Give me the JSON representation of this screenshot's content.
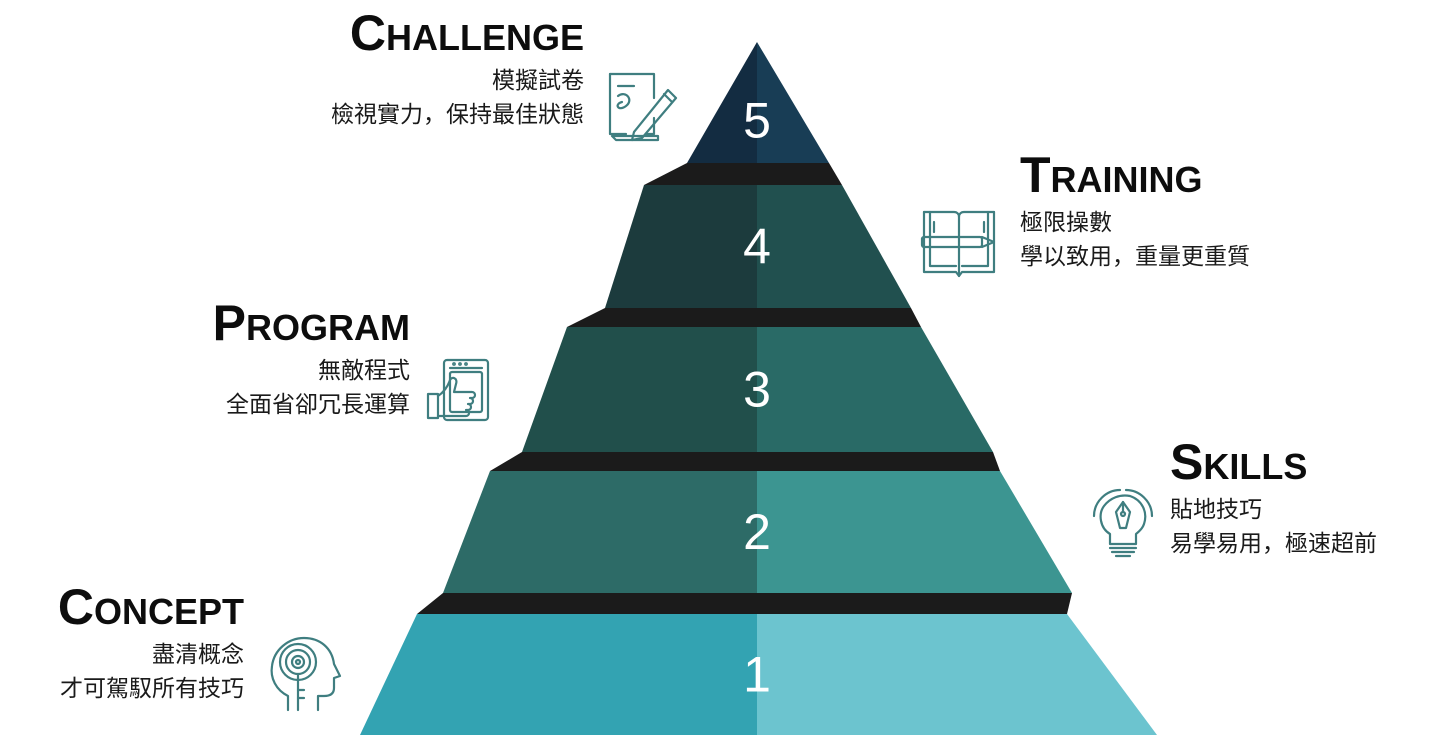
{
  "levels": [
    {
      "number": "1",
      "left_color": "#33a3b2",
      "right_color": "#6cc4cf"
    },
    {
      "number": "2",
      "left_color": "#2d6b67",
      "right_color": "#3c9591"
    },
    {
      "number": "3",
      "left_color": "#214f4b",
      "right_color": "#296a66"
    },
    {
      "number": "4",
      "left_color": "#1c3b3d",
      "right_color": "#21504f"
    },
    {
      "number": "5",
      "left_color": "#132c41",
      "right_color": "#183d55"
    }
  ],
  "gap_color": "#1b1b1b",
  "icon_color": "#3f7e80",
  "callouts": {
    "challenge": {
      "title_big": "C",
      "title_rest": "HALLENGE",
      "line1": "模擬試卷",
      "line2": "檢視實力，保持最佳狀態",
      "icon": "exam-paper-pencil-icon"
    },
    "training": {
      "title_big": "T",
      "title_rest": "RAINING",
      "line1": "極限操數",
      "line2": "學以致用，重量更重質",
      "icon": "open-book-pencil-icon"
    },
    "program": {
      "title_big": "P",
      "title_rest": "ROGRAM",
      "line1": "無敵程式",
      "line2": "全面省卻冗長運算",
      "icon": "calculator-hand-icon"
    },
    "skills": {
      "title_big": "S",
      "title_rest": "KILLS",
      "line1": "貼地技巧",
      "line2": "易學易用，極速超前",
      "icon": "lightbulb-pen-icon"
    },
    "concept": {
      "title_big": "C",
      "title_rest": "ONCEPT",
      "line1": "盡清概念",
      "line2": "才可駕馭所有技巧",
      "icon": "head-key-icon"
    }
  }
}
